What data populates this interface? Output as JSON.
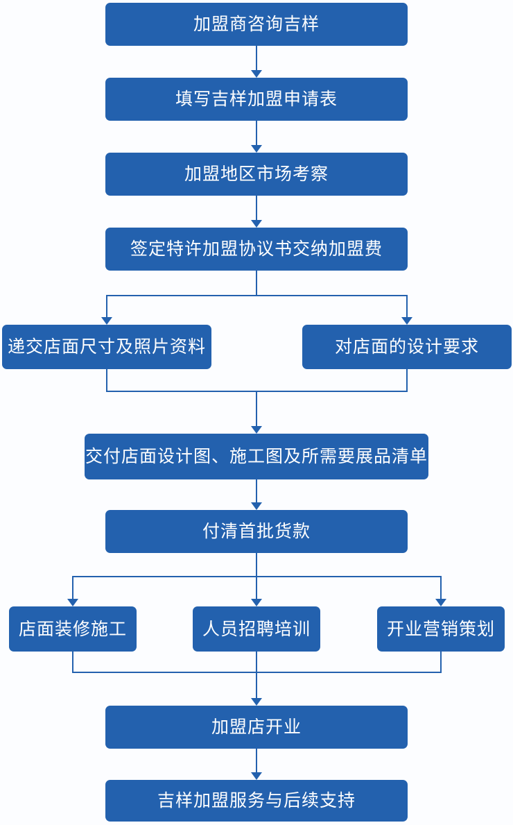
{
  "diagram": {
    "type": "flowchart",
    "direction": "top-down",
    "colors": {
      "node_fill": "#2361AE",
      "connector": "#2361AE",
      "node_text": "#FFFFFF",
      "background": "#FCFDFF"
    },
    "nodes": [
      {
        "id": "franchisee-consult",
        "label": "加盟商咨询吉样"
      },
      {
        "id": "apply-form",
        "label": "填写吉样加盟申请表"
      },
      {
        "id": "market-survey",
        "label": "加盟地区市场考察"
      },
      {
        "id": "sign-agreement",
        "label": "签定特许加盟协议书交纳加盟费"
      },
      {
        "id": "submit-store-info",
        "label": "递交店面尺寸及照片资料"
      },
      {
        "id": "design-requirements",
        "label": "对店面的设计要求"
      },
      {
        "id": "deliver-design",
        "label": "交付店面设计图、施工图及所需要展品清单"
      },
      {
        "id": "pay-first-batch",
        "label": "付清首批货款"
      },
      {
        "id": "store-renovation",
        "label": "店面装修施工"
      },
      {
        "id": "staff-recruitment",
        "label": "人员招聘培训"
      },
      {
        "id": "opening-marketing",
        "label": "开业营销策划"
      },
      {
        "id": "store-opening",
        "label": "加盟店开业"
      },
      {
        "id": "followup-support",
        "label": "吉样加盟服务与后续支持"
      }
    ],
    "edges": [
      {
        "from": "franchisee-consult",
        "to": "apply-form"
      },
      {
        "from": "apply-form",
        "to": "market-survey"
      },
      {
        "from": "market-survey",
        "to": "sign-agreement"
      },
      {
        "from": "sign-agreement",
        "to": "submit-store-info"
      },
      {
        "from": "sign-agreement",
        "to": "design-requirements"
      },
      {
        "from": "submit-store-info",
        "to": "deliver-design"
      },
      {
        "from": "design-requirements",
        "to": "deliver-design"
      },
      {
        "from": "deliver-design",
        "to": "pay-first-batch"
      },
      {
        "from": "pay-first-batch",
        "to": "store-renovation"
      },
      {
        "from": "pay-first-batch",
        "to": "staff-recruitment"
      },
      {
        "from": "pay-first-batch",
        "to": "opening-marketing"
      },
      {
        "from": "store-renovation",
        "to": "store-opening"
      },
      {
        "from": "staff-recruitment",
        "to": "store-opening"
      },
      {
        "from": "opening-marketing",
        "to": "store-opening"
      },
      {
        "from": "store-opening",
        "to": "followup-support"
      }
    ]
  }
}
